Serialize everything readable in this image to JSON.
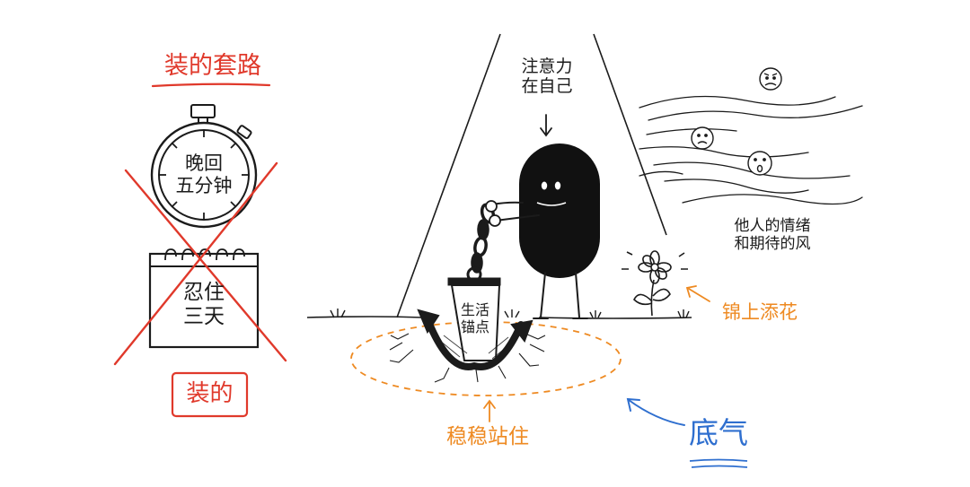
{
  "left_panel": {
    "heading": "装的套路",
    "stopwatch_text": "晚回\n五分钟",
    "calendar_text": "忍住\n三天",
    "conclusion_box": "装的"
  },
  "scene": {
    "attention_label": "注意力\n在自己",
    "anchor_label": "生活\n锚点",
    "wind_label": "他人的情绪\n和期待的风",
    "flower_label": "锦上添花",
    "stand_label": "稳稳站住",
    "confidence_label": "底气"
  },
  "colors": {
    "red": "#e0392b",
    "orange": "#ee8a22",
    "blue": "#2f6fcf",
    "ink": "#1b1b1b"
  }
}
